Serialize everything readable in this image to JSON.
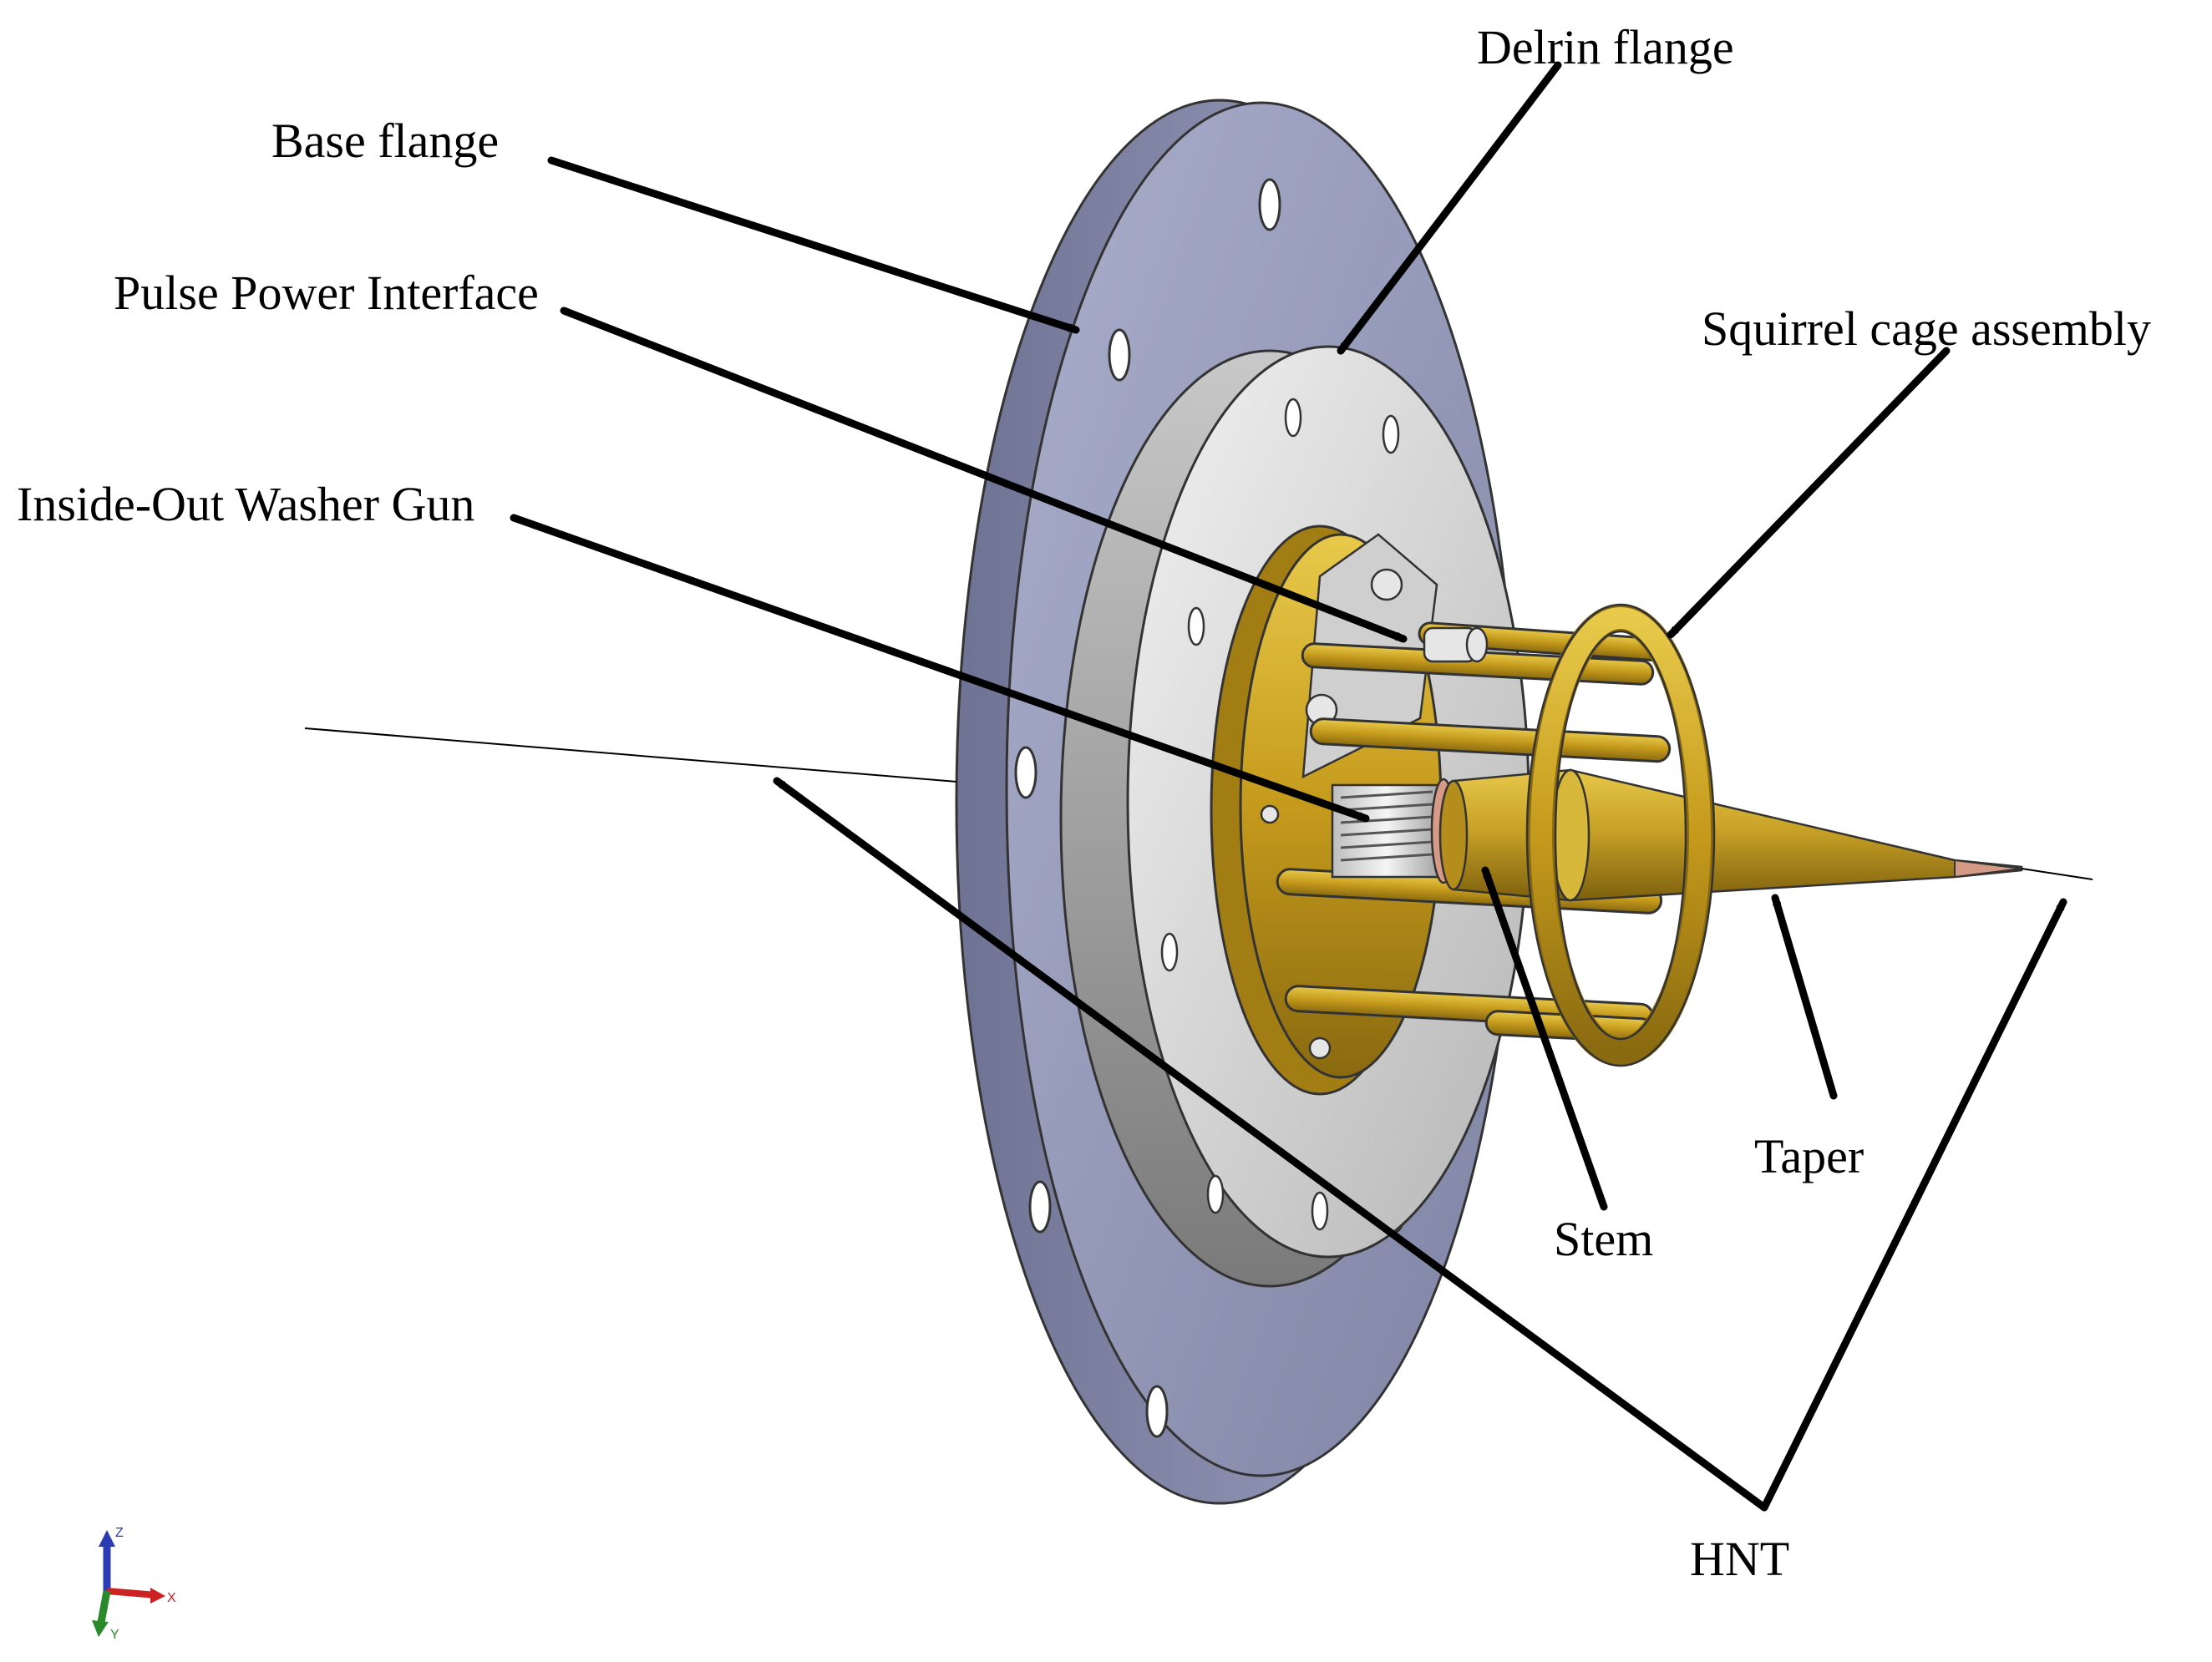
{
  "labels": {
    "base_flange": "Base flange",
    "delrin_flange": "Delrin flange",
    "pulse_power_interface": "Pulse Power Interface",
    "squirrel_cage": "Squirrel cage assembly",
    "washer_gun": "Inside-Out Washer Gun",
    "taper": "Taper",
    "stem": "Stem",
    "hnt": "HNT"
  },
  "triad": {
    "z": "Z",
    "x": "X",
    "y": "Y"
  },
  "colors": {
    "base_flange": "#8e93b3",
    "delrin_flange": "#d4d4d4",
    "brass": "#c9a227",
    "arrow": "#000000"
  }
}
